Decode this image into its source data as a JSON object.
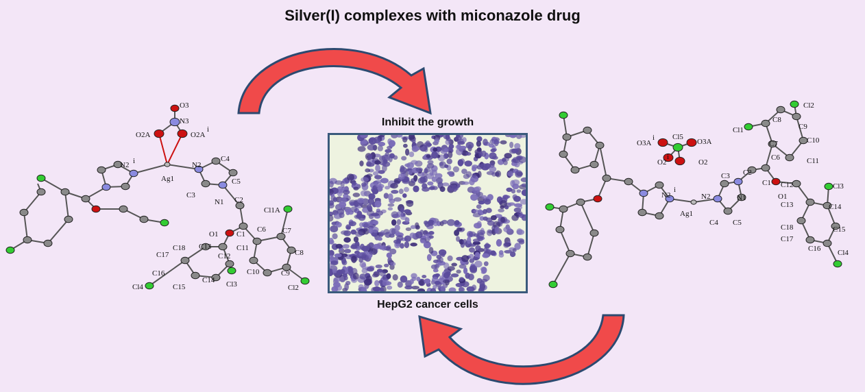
{
  "title": "Silver(I) complexes with miconazole drug",
  "top_caption": "Inhibit the growth",
  "bottom_caption": "HepG2 cancer cells",
  "colors": {
    "background": "#f3e6f7",
    "arrow_fill": "#f04a4a",
    "arrow_stroke": "#2c4a70",
    "frame_border": "#3a5a7c",
    "cell_stain": "#5b4c9c",
    "carbon": "#8a8a8a",
    "nitrogen": "#8a8ae0",
    "oxygen": "#cc1111",
    "chlorine": "#33cc33"
  },
  "left_structure": {
    "labels": [
      "O3",
      "N3",
      "O2A",
      "O2A",
      "i",
      "N2",
      "i",
      "Ag1",
      "N2",
      "C4",
      "C3",
      "C5",
      "N1",
      "C2",
      "Cl1A",
      "O1",
      "C1",
      "C6",
      "C7",
      "C11",
      "C18",
      "C13",
      "C12",
      "C8",
      "C17",
      "C10",
      "C9",
      "C16",
      "C14",
      "Cl3",
      "Cl4",
      "C15",
      "Cl2"
    ]
  },
  "right_structure": {
    "labels": [
      "Cl2",
      "C8",
      "C9",
      "Cl1",
      "C7",
      "C10",
      "O3A",
      "i",
      "Cl5",
      "O3A",
      "C6",
      "C11",
      "O2",
      "i",
      "O2",
      "C2",
      "C1",
      "N2",
      "i",
      "C3",
      "C12",
      "Cl3",
      "N2",
      "N1",
      "O1",
      "Ag1",
      "C13",
      "C14",
      "C4",
      "C5",
      "C18",
      "C15",
      "C17",
      "C16",
      "Cl4"
    ]
  }
}
